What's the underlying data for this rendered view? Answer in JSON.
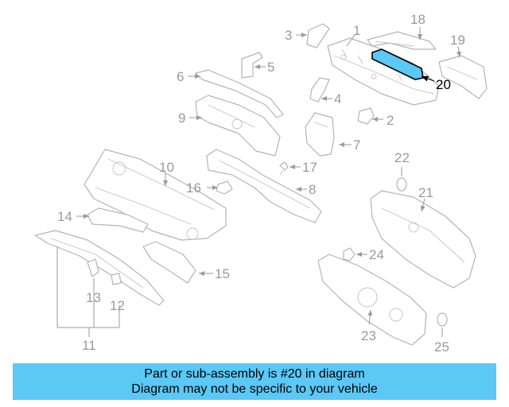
{
  "diagram": {
    "callouts": [
      "1",
      "2",
      "3",
      "4",
      "5",
      "6",
      "7",
      "8",
      "9",
      "10",
      "11",
      "12",
      "13",
      "14",
      "15",
      "16",
      "17",
      "18",
      "19",
      "20",
      "21",
      "22",
      "23",
      "24",
      "25"
    ],
    "highlight": "20",
    "highlight_color": "#5bc8f5",
    "line_color": "#b4b4b4"
  },
  "banner": {
    "line1": "Part or sub-assembly is #20 in diagram",
    "line2": "Diagram may not be specific to your vehicle",
    "color": "#5bc8f5"
  }
}
